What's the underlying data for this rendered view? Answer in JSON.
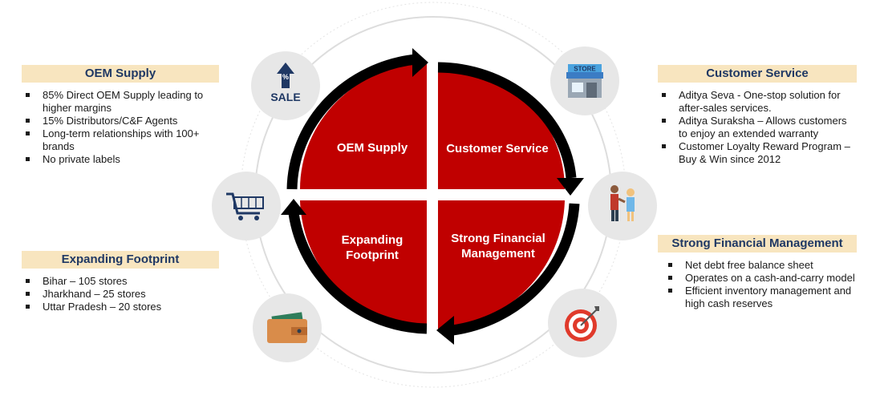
{
  "panels": {
    "oem": {
      "title": "OEM Supply",
      "bullets": [
        "85% Direct OEM Supply leading to higher margins",
        "15% Distributors/C&F Agents",
        "Long-term relationships with 100+ brands",
        "No private labels"
      ]
    },
    "footprint": {
      "title": "Expanding Footprint",
      "bullets": [
        "Bihar – 105 stores",
        "Jharkhand – 25 stores",
        "Uttar Pradesh – 20 stores"
      ]
    },
    "customer": {
      "title": "Customer Service",
      "bullets": [
        "Aditya Seva - One-stop solution for after-sales services.",
        "Aditya Suraksha – Allows customers to enjoy an extended warranty",
        "Customer Loyalty Reward Program – Buy & Win since 2012"
      ]
    },
    "financial": {
      "title": "Strong Financial Management",
      "bullets": [
        "Net debt free balance sheet",
        "Operates on a cash-and-carry model",
        "Efficient inventory management and high cash reserves"
      ]
    }
  },
  "quadrants": {
    "top_left": "OEM Supply",
    "top_right": "Customer Service",
    "bottom_left": "Expanding Footprint",
    "bottom_right": "Strong Financial Management"
  },
  "icons": {
    "sale": {
      "name": "sale-tag-icon",
      "text": "SALE"
    },
    "store": {
      "name": "store-icon",
      "text": "STORE"
    },
    "cart": {
      "name": "shopping-cart-icon"
    },
    "handshake": {
      "name": "handshake-people-icon"
    },
    "wallet": {
      "name": "wallet-icon"
    },
    "target": {
      "name": "target-icon"
    }
  },
  "colors": {
    "quadrant_red": "#c00000",
    "arrow_black": "#000000",
    "title_band": "#f8e5bf",
    "title_text": "#1f3864"
  }
}
